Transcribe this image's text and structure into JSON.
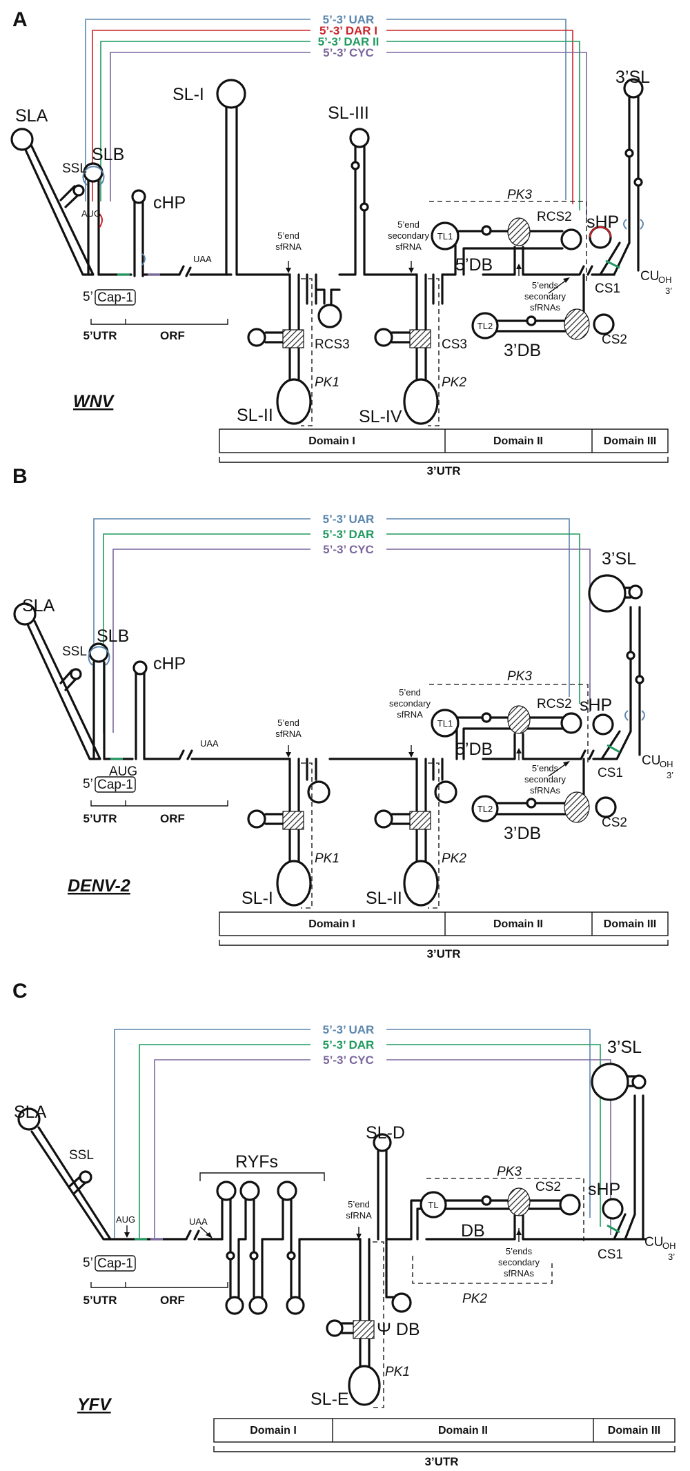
{
  "colors": {
    "uar": "#5b86ad",
    "dar1": "#cc2228",
    "dar2": "#1f9a5f",
    "cyc": "#7a679e",
    "stroke": "#111111"
  },
  "panels": [
    {
      "letter": "A",
      "virus": "WNV",
      "interactions": [
        "5’-3’ UAR",
        "5’-3’ DAR I",
        "5’-3’ DAR II",
        "5’-3’ CYC"
      ],
      "elements": {
        "sla": "SLA",
        "ssl": "SSL",
        "slb": "SLB",
        "chp": "cHP",
        "aug": "AUG",
        "uaa": "UAA",
        "cap": "Cap-1",
        "five": "5’",
        "sl1": "SL-I",
        "sl2": "SL-II",
        "sl3": "SL-III",
        "sl4": "SL-IV",
        "rcs3": "RCS3",
        "cs3": "CS3",
        "pk1": "PK1",
        "pk2": "PK2",
        "pk3": "PK3",
        "tl1": "TL1",
        "tl2": "TL2",
        "rcs2": "RCS2",
        "db5": "5’DB",
        "db3": "3’DB",
        "cs2": "CS2",
        "cs1": "CS1",
        "shp": "sHP",
        "sl3p": "3’SL",
        "cu": "CU",
        "oh": "OH",
        "three": "3’"
      },
      "sfrna": {
        "a1": "5’end",
        "a2": "sfRNA",
        "b1": "5’end",
        "b2": "secondary",
        "b3": "sfRNA",
        "c1": "5’ends",
        "c2": "secondary",
        "c3": "sfRNAs"
      },
      "regions": {
        "utr5": "5’UTR",
        "orf": "ORF",
        "utr3": "3’UTR"
      },
      "domains": [
        "Domain I",
        "Domain II",
        "Domain III"
      ]
    },
    {
      "letter": "B",
      "virus": "DENV-2",
      "interactions": [
        "5’-3’ UAR",
        "5’-3’ DAR",
        "5’-3’ CYC"
      ],
      "elements": {
        "sla": "SLA",
        "ssl": "SSL",
        "slb": "SLB",
        "chp": "cHP",
        "aug": "AUG",
        "uaa": "UAA",
        "cap": "Cap-1",
        "five": "5’",
        "sl1": "SL-I",
        "sl2": "SL-II",
        "pk1": "PK1",
        "pk2": "PK2",
        "pk3": "PK3",
        "tl1": "TL1",
        "tl2": "TL2",
        "rcs2": "RCS2",
        "db5": "5’DB",
        "db3": "3’DB",
        "cs2": "CS2",
        "cs1": "CS1",
        "shp": "sHP",
        "sl3p": "3’SL",
        "cu": "CU",
        "oh": "OH",
        "three": "3’"
      },
      "sfrna": {
        "a1": "5’end",
        "a2": "sfRNA",
        "b1": "5’end",
        "b2": "secondary",
        "b3": "sfRNA",
        "c1": "5’ends",
        "c2": "secondary",
        "c3": "sfRNAs"
      },
      "regions": {
        "utr5": "5’UTR",
        "orf": "ORF",
        "utr3": "3’UTR"
      },
      "domains": [
        "Domain I",
        "Domain II",
        "Domain III"
      ]
    },
    {
      "letter": "C",
      "virus": "YFV",
      "interactions": [
        "5’-3’ UAR",
        "5’-3’ DAR",
        "5’-3’ CYC"
      ],
      "elements": {
        "sla": "SLA",
        "ssl": "SSL",
        "aug": "AUG",
        "uaa": "UAA",
        "cap": "Cap-1",
        "five": "5’",
        "ryfs": "RYFs",
        "sld": "SL-D",
        "sle": "SL-E",
        "psidb": "Ψ DB",
        "pk1": "PK1",
        "pk2": "PK2",
        "pk3": "PK3",
        "tl": "TL",
        "cs2": "CS2",
        "db": "DB",
        "shp": "sHP",
        "sl3p": "3’SL",
        "cs1": "CS1",
        "cu": "CU",
        "oh": "OH",
        "three": "3’"
      },
      "sfrna": {
        "a1": "5’end",
        "a2": "sfRNA",
        "c1": "5’ends",
        "c2": "secondary",
        "c3": "sfRNAs"
      },
      "regions": {
        "utr5": "5’UTR",
        "orf": "ORF",
        "utr3": "3’UTR"
      },
      "domains": [
        "Domain I",
        "Domain II",
        "Domain III"
      ]
    }
  ]
}
